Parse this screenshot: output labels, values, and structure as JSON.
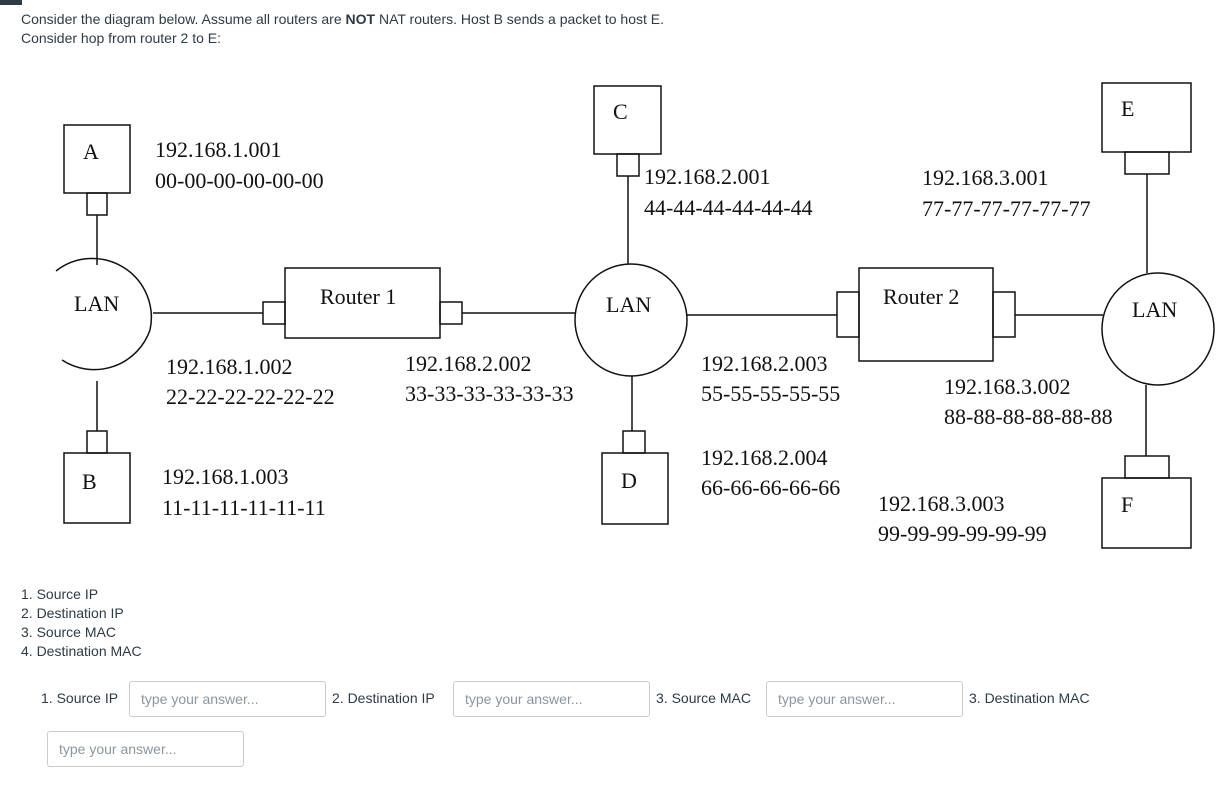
{
  "question": {
    "line1_pre": "Consider the diagram below. Assume all routers are ",
    "line1_bold": "NOT",
    "line1_post": " NAT routers.  Host B sends a packet to host E.",
    "line2": "Consider hop from router 2 to E:"
  },
  "diagram": {
    "host_a": "A",
    "host_a_ip": "192.168.1.001",
    "host_a_mac": "00-00-00-00-00-00",
    "host_b": "B",
    "host_b_ip": "192.168.1.003",
    "host_b_mac": "11-11-11-11-11-11",
    "host_c": "C",
    "host_c_ip": "192.168.2.001",
    "host_c_mac": "44-44-44-44-44-44",
    "host_d": "D",
    "host_d_ip": "192.168.2.004",
    "host_d_mac": "66-66-66-66-66",
    "host_e": "E",
    "host_e_ip": "192.168.3.001",
    "host_e_mac": "77-77-77-77-77-77",
    "host_f": "F",
    "host_f_ip": "192.168.3.003",
    "host_f_mac": "99-99-99-99-99-99",
    "lan_left": "LAN",
    "lan_middle": "LAN",
    "lan_right": "LAN",
    "router1": "Router 1",
    "router1_left_ip": "192.168.1.002",
    "router1_left_mac": "22-22-22-22-22-22",
    "router1_right_ip": "192.168.2.002",
    "router1_right_mac": "33-33-33-33-33-33",
    "router2": "Router 2",
    "router2_left_ip": "192.168.2.003",
    "router2_left_mac": "55-55-55-55-55",
    "router2_right_ip": "192.168.3.002",
    "router2_right_mac": "88-88-88-88-88-88"
  },
  "list": [
    "1. Source IP",
    "2. Destination IP",
    "3. Source MAC",
    "4. Destination MAC"
  ],
  "answers": {
    "source_ip_label": "1. Source IP",
    "dest_ip_label": "2. Destination IP",
    "source_mac_label": "3. Source MAC",
    "dest_mac_label": "3. Destination MAC",
    "placeholder": "type your answer..."
  }
}
